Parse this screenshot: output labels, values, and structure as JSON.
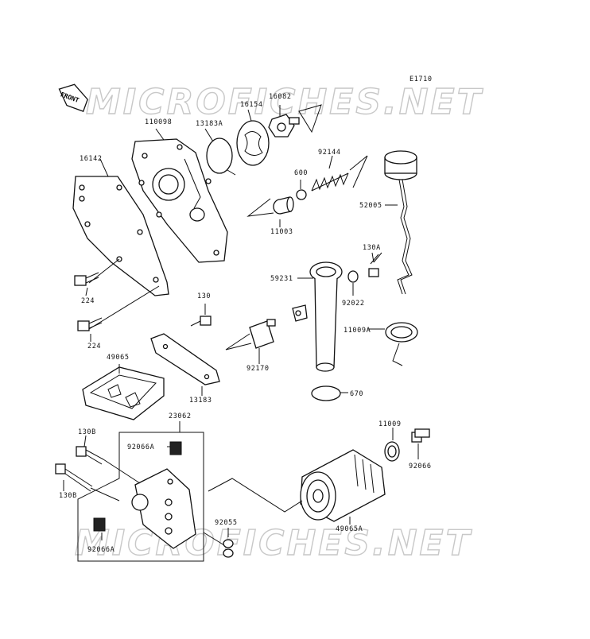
{
  "diagram": {
    "code": "E1710",
    "front": "FRONT",
    "watermark": "MICROFICHES.NET",
    "parts": [
      {
        "id": "p110098",
        "label": "110098"
      },
      {
        "id": "p13183A",
        "label": "13183A"
      },
      {
        "id": "p16154",
        "label": "16154"
      },
      {
        "id": "p16082",
        "label": "16082"
      },
      {
        "id": "p16142",
        "label": "16142"
      },
      {
        "id": "p92144",
        "label": "92144"
      },
      {
        "id": "p600",
        "label": "600"
      },
      {
        "id": "p52005",
        "label": "52005"
      },
      {
        "id": "p11003",
        "label": "11003"
      },
      {
        "id": "p130A",
        "label": "130A"
      },
      {
        "id": "p59231",
        "label": "59231"
      },
      {
        "id": "p92022",
        "label": "92022"
      },
      {
        "id": "p224a",
        "label": "224"
      },
      {
        "id": "p130",
        "label": "130"
      },
      {
        "id": "p224b",
        "label": "224"
      },
      {
        "id": "p11009A",
        "label": "11009A"
      },
      {
        "id": "p49065",
        "label": "49065"
      },
      {
        "id": "p92170",
        "label": "92170"
      },
      {
        "id": "p13183",
        "label": "13183"
      },
      {
        "id": "p670",
        "label": "670"
      },
      {
        "id": "p23062",
        "label": "23062"
      },
      {
        "id": "p130B1",
        "label": "130B"
      },
      {
        "id": "p11009",
        "label": "11009"
      },
      {
        "id": "p92066A1",
        "label": "92066A"
      },
      {
        "id": "p92066",
        "label": "92066"
      },
      {
        "id": "p130B2",
        "label": "130B"
      },
      {
        "id": "p92055",
        "label": "92055"
      },
      {
        "id": "p49065A",
        "label": "49065A"
      },
      {
        "id": "p92066A2",
        "label": "92066A"
      }
    ]
  }
}
